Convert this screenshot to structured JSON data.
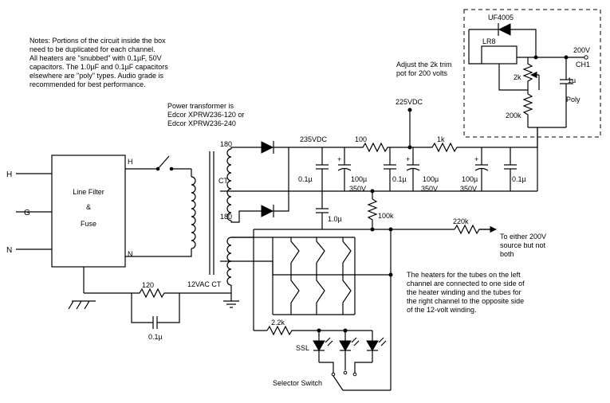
{
  "notes": [
    "Notes: Portions of the circuit inside the box",
    "need to be duplicated for each channel.",
    "All heaters are \"snubbed\" with 0.1µF, 50V",
    "capacitors. The 1.0µF and 0.1µF capacitors",
    "elsewhere are \"poly\" types. Audio grade is",
    "recommended for best performance."
  ],
  "transformer_note": [
    "Power transformer is",
    "Edcor XPRW236-120 or",
    "Edcor XPRW236-240"
  ],
  "trim_note": [
    "Adjust the 2k trim",
    "pot for 200 volts"
  ],
  "heater_note": [
    "The heaters for the tubes on the left",
    "channel are connected to one side of",
    "the heater winding and the tubes for",
    "the right channel to the opposite side",
    "of the 12-volt winding."
  ],
  "source_note": [
    "To either 200V",
    "source but not",
    "both"
  ],
  "labels": {
    "H": "H",
    "G": "G",
    "N": "N",
    "filter1": "Line Filter",
    "filter2": "&",
    "filter3": "Fuse",
    "fH": "H",
    "fN": "N",
    "t180a": "180",
    "tCT": "CT",
    "t180b": "180",
    "t12": "12VAC CT",
    "v235": "235VDC",
    "v225": "225VDC",
    "r100": "100",
    "r1k": "1k",
    "c01a": "0.1µ",
    "c100a": "100µ",
    "c350a": "350V",
    "c01b": "0.1µ",
    "c100b": "100µ",
    "c350b": "350V",
    "c100c": "100µ",
    "c350c": "350V",
    "c01c": "0.1µ",
    "c1u": "1.0µ",
    "r100k": "100k",
    "r220k": "220k",
    "r120": "120",
    "c01d": "0.1µ",
    "r22k": "2.2k",
    "ssl": "SSL",
    "sel": "Selector Switch",
    "uf": "UF4005",
    "lr8": "LR8",
    "r2k": "2k",
    "r200k": "200k",
    "c1poly": "1µ",
    "poly": "Poly",
    "v200": "200V",
    "ch1": "CH1",
    "plus1": "+",
    "plus2": "+",
    "plus3": "+"
  }
}
